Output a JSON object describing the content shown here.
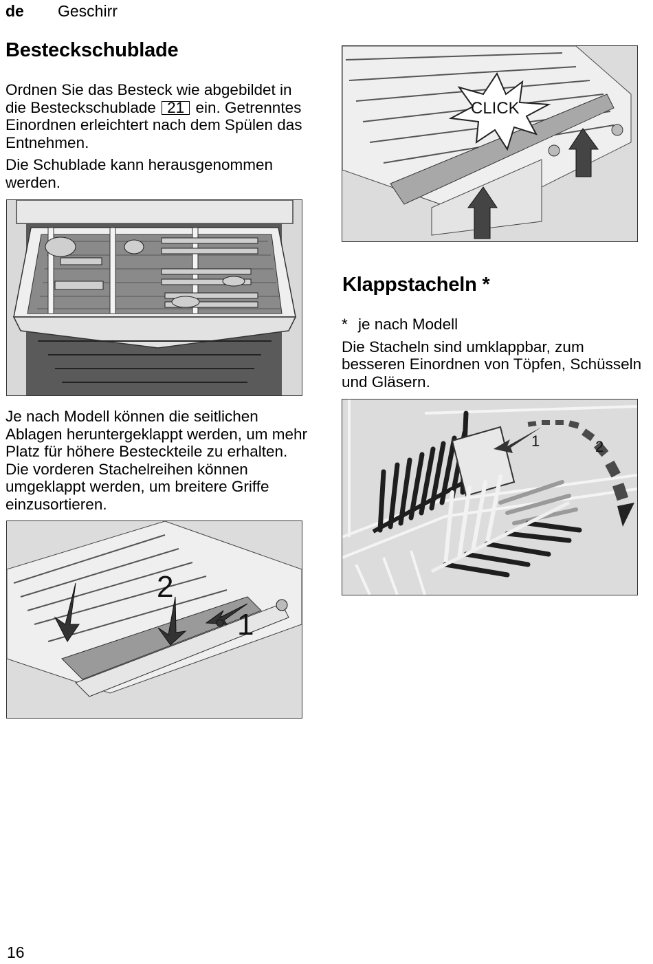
{
  "header": {
    "lang": "de",
    "section": "Geschirr"
  },
  "cutlery": {
    "title": "Besteckschublade",
    "para1_a": "Ordnen Sie das Besteck wie abgebildet in die Besteckschublade",
    "para1_ref": "21",
    "para1_b": "ein.",
    "para1_c": "Getrenntes Einordnen  erleichtert nach dem Spülen das Entnehmen.",
    "para2": "Die Schublade kann herausgenommen werden.",
    "para3": "Je nach Modell können die seitlichen Ablagen heruntergeklappt werden, um mehr Platz für höhere Besteckteile zu erhalten. Die vorderen Stachelreihen können umgeklappt werden, um breitere Griffe einzusortieren."
  },
  "figures": {
    "click_label": "CLICK",
    "fold_step1": "1",
    "fold_step2": "2",
    "tine_step1": "1",
    "tine_step2": "2"
  },
  "tines": {
    "title": "Klappstacheln *",
    "footnote_star": "*",
    "footnote": "je nach Modell",
    "para": "Die Stacheln sind umklappbar, zum besseren Einordnen von Töpfen, Schüsseln und Gläsern."
  },
  "footer": {
    "page": "16"
  }
}
